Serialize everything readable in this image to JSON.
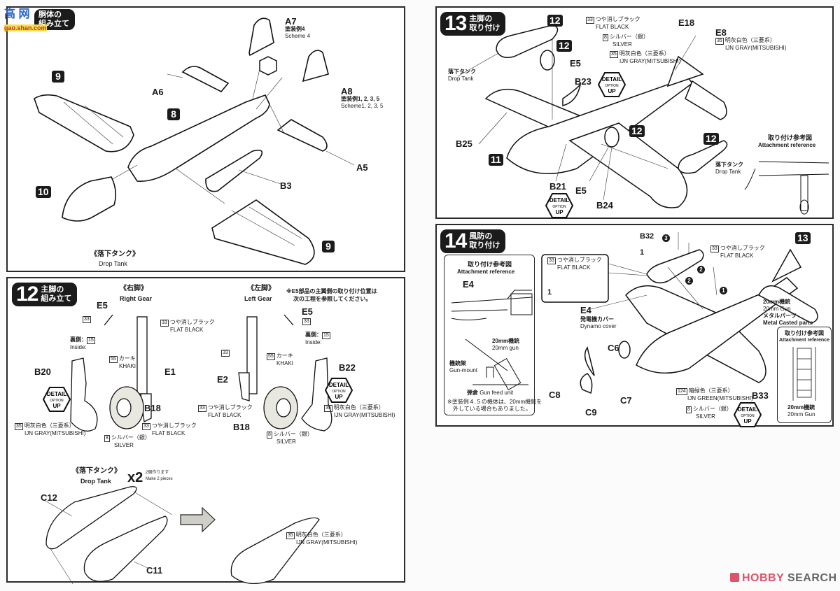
{
  "watermark_top": {
    "chars": "高 网",
    "site": "gao.shan.com"
  },
  "step11": {
    "title_line1": "胴体の",
    "title_line2": "組み立て",
    "parts": {
      "A7": "A7",
      "A7_jp": "塗装例4",
      "A7_en": "Scheme 4",
      "A8": "A8",
      "A8_jp": "塗装例1, 2, 3, 5",
      "A8_en": "Scheme1, 2, 3, 5",
      "A6": "A6",
      "A5": "A5",
      "B3": "B3"
    },
    "refs": {
      "r9a": "9",
      "r8": "8",
      "r10": "10",
      "r9b": "9"
    },
    "drop_tank_jp": "《落下タンク》",
    "drop_tank_en": "Drop Tank"
  },
  "step12": {
    "num": "12",
    "title_line1": "主脚の",
    "title_line2": "組み立て",
    "right_gear_jp": "《右脚》",
    "right_gear_en": "Right Gear",
    "left_gear_jp": "《左脚》",
    "left_gear_en": "Left Gear",
    "note": "※E5部品の主翼側の取り付け位置は",
    "note2": "次の工程を参照してください。",
    "parts": {
      "E5": "E5",
      "B20": "B20",
      "E1": "E1",
      "B18": "B18",
      "E2": "E2",
      "B22": "B22",
      "C12": "C12",
      "C11": "C11"
    },
    "paints": {
      "p33": "33",
      "p15": "15",
      "p55": "55",
      "p35": "35",
      "p8": "8",
      "flat_black_jp": "つや消しブラック",
      "flat_black_en": "FLAT BLACK",
      "khaki_jp": "カーキ",
      "khaki_en": "KHAKI",
      "inside_jp": "裏側：",
      "inside_en": "Inside:",
      "ijn_gray_jp": "明灰白色（三菱系）",
      "ijn_gray_en": "IJN GRAY(MITSUBISHI)",
      "silver_jp": "シルバー（銀）",
      "silver_en": "SILVER"
    },
    "drop_tank_jp": "《落下タンク》",
    "drop_tank_en": "Drop Tank",
    "x2": "x2",
    "make2_jp": "2個作ります",
    "make2_en": "Make 2 pieces"
  },
  "step13": {
    "num": "13",
    "title_line1": "主脚の",
    "title_line2": "取り付け",
    "parts": {
      "E5a": "E5",
      "B23": "B23",
      "B25": "B25",
      "B21": "B21",
      "E5b": "E5",
      "B24": "B24",
      "E18": "E18",
      "E8": "E8"
    },
    "refs": {
      "r12a": "12",
      "r12b": "12",
      "r12c": "12",
      "r12d": "12",
      "r11": "11"
    },
    "drop_tank_jp": "落下タンク",
    "drop_tank_en": "Drop Tank",
    "flat_black_jp": "つや消しブラック",
    "flat_black_en": "FLAT BLACK",
    "silver_jp": "シルバー（銀）",
    "silver_en": "SILVER",
    "ijn_gray_jp": "明灰白色（三菱系）",
    "ijn_gray_en": "IJN GRAY(MITSUBISHI)",
    "p33": "33",
    "p8": "8",
    "p35": "35",
    "attach_jp": "取り付け参考図",
    "attach_en": "Attachment reference"
  },
  "step14": {
    "num": "14",
    "title_line1": "風防の",
    "title_line2": "取り付け",
    "attach_jp": "取り付け参考図",
    "attach_en": "Attachment reference",
    "gun_jp": "20mm機銃",
    "gun_en": "20mm gun",
    "mount_jp": "機銃架",
    "mount_en": "Gun-mount",
    "feed_jp": "弾倉",
    "feed_en": "Gun feed unit",
    "note1": "※塗装例４.５の機体は、20mm機銃を",
    "note2": "外している場合もありました。",
    "parts": {
      "E4a": "E4",
      "E4b": "E4",
      "B32": "B32",
      "p1a": "1",
      "p1b": "1",
      "C6": "C6",
      "C7": "C7",
      "C8": "C8",
      "C9": "C9",
      "B33": "B33"
    },
    "ref13": "13",
    "circ": {
      "c3": "3",
      "c2a": "2",
      "c2b": "2",
      "c1": "1"
    },
    "p33": "33",
    "p124": "124",
    "p8": "8",
    "flat_black_jp": "つや消しブラック",
    "flat_black_en": "FLAT BLACK",
    "dynamo_jp": "発電機カバー",
    "dynamo_en": "Dynamo cover",
    "gun20_jp": "20mm機銃",
    "gun20_en": "20mm Gun",
    "metal_jp": "メタルパーツ",
    "metal_en": "Metal Casted parts",
    "green_jp": "暗緑色（三菱系）",
    "green_en": "IJN GREEN(MITSUBISHI)",
    "silver_jp": "シルバー（銀）",
    "silver_en": "SILVER",
    "attach2_jp": "取り付け参考図",
    "attach2_en": "Attachment reference",
    "gun20b_jp": "20mm機銃",
    "gun20b_en": "20mm Gun"
  },
  "detail_badge": {
    "line1": "DETAIL",
    "line2": "OPTION",
    "line3": "UP"
  },
  "footer": {
    "brand_a": "HO",
    "brand_b": "BBY",
    "brand_c": " SEARCH"
  },
  "colors": {
    "accent_pink": "#d9546c",
    "ink": "#1b1b1b",
    "brand_gray": "#666666"
  }
}
